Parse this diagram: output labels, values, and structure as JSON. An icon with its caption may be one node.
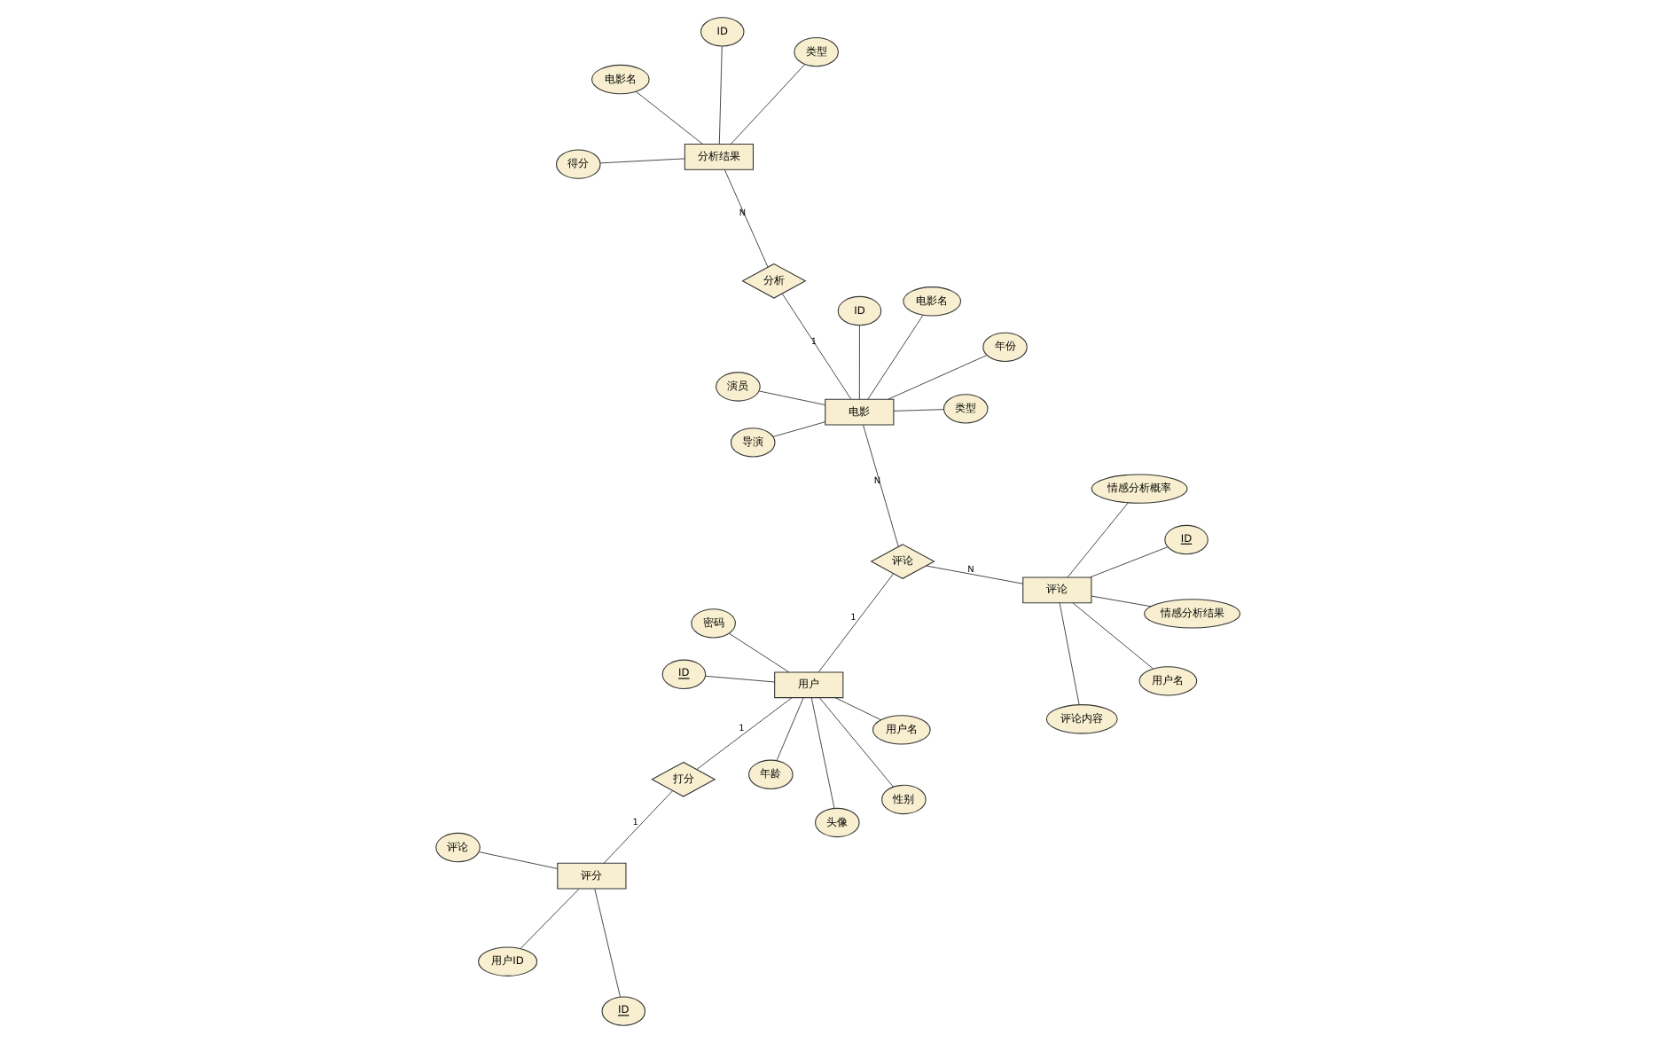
{
  "diagram": {
    "nodes": [
      {
        "text": [
          "评分"
        ]
      },
      {
        "text": [
          "ID"
        ]
      },
      {
        "text": [
          "用户ID"
        ]
      },
      {
        "text": [
          "评论"
        ]
      },
      {
        "text": [
          "打分"
        ]
      },
      {
        "text": [
          "用户"
        ]
      },
      {
        "text": [
          "ID"
        ]
      },
      {
        "text": [
          "用户名"
        ]
      },
      {
        "text": [
          "年龄"
        ]
      },
      {
        "text": [
          "性别"
        ]
      },
      {
        "text": [
          "头像"
        ]
      },
      {
        "text": [
          "密码"
        ]
      },
      {
        "text": [
          "评论"
        ]
      },
      {
        "text": [
          "评论"
        ]
      },
      {
        "text": [
          "ID"
        ]
      },
      {
        "text": [
          "用户名"
        ]
      },
      {
        "text": [
          "情感分析结果"
        ]
      },
      {
        "text": [
          "情感分析概率"
        ]
      },
      {
        "text": [
          "评论内容"
        ]
      },
      {
        "text": [
          "分析结果"
        ]
      },
      {
        "text": [
          "电影名"
        ]
      },
      {
        "text": [
          "得分"
        ]
      },
      {
        "text": [
          "ID"
        ]
      },
      {
        "text": [
          "类型"
        ]
      },
      {
        "text": [
          "分析"
        ]
      },
      {
        "text": [
          "电影"
        ]
      },
      {
        "text": [
          "年份"
        ]
      },
      {
        "text": [
          "演员"
        ]
      },
      {
        "text": [
          "导演"
        ]
      },
      {
        "text": [
          "类型"
        ]
      },
      {
        "text": [
          "ID"
        ]
      },
      {
        "text": [
          "电影名"
        ]
      }
    ],
    "edges": [
      {
        "from": 0,
        "to": 1,
        "arrow": "none"
      },
      {
        "from": 0,
        "to": 2,
        "arrow": "none"
      },
      {
        "from": 0,
        "to": 3,
        "arrow": "none"
      },
      {
        "from": 0,
        "to": 4,
        "arrow": "none",
        "label": "1"
      },
      {
        "from": 4,
        "to": 5,
        "arrow": "none",
        "label": "1"
      },
      {
        "from": 5,
        "to": 6,
        "arrow": "none"
      },
      {
        "from": 5,
        "to": 7,
        "arrow": "none"
      },
      {
        "from": 5,
        "to": 8,
        "arrow": "none"
      },
      {
        "from": 5,
        "to": 9,
        "arrow": "none"
      },
      {
        "from": 5,
        "to": 10,
        "arrow": "none"
      },
      {
        "from": 5,
        "to": 11,
        "arrow": "none"
      },
      {
        "from": 5,
        "to": 12,
        "arrow": "none",
        "label": "1"
      },
      {
        "from": 12,
        "to": 13,
        "arrow": "none",
        "label": "N"
      },
      {
        "from": 13,
        "to": 14,
        "arrow": "none"
      },
      {
        "from": 13,
        "to": 15,
        "arrow": "none"
      },
      {
        "from": 13,
        "to": 16,
        "arrow": "none"
      },
      {
        "from": 13,
        "to": 17,
        "arrow": "none"
      },
      {
        "from": 13,
        "to": 18,
        "arrow": "none"
      },
      {
        "from": 12,
        "to": 25,
        "arrow": "none",
        "label": "N"
      },
      {
        "from": 19,
        "to": 20,
        "arrow": "none"
      },
      {
        "from": 19,
        "to": 21,
        "arrow": "none"
      },
      {
        "from": 19,
        "to": 22,
        "arrow": "none"
      },
      {
        "from": 19,
        "to": 23,
        "arrow": "none"
      },
      {
        "from": 19,
        "to": 24,
        "arrow": "none",
        "label": "N"
      },
      {
        "from": 24,
        "to": 25,
        "arrow": "none",
        "label": "1"
      },
      {
        "from": 25,
        "to": 26,
        "arrow": "none"
      },
      {
        "from": 25,
        "to": 27,
        "arrow": "none"
      },
      {
        "from": 25,
        "to": 28,
        "arrow": "none"
      },
      {
        "from": 25,
        "to": 29,
        "arrow": "none"
      },
      {
        "from": 25,
        "to": 30,
        "arrow": "none"
      },
      {
        "from": 25,
        "to": 31,
        "arrow": "none"
      }
    ]
  }
}
